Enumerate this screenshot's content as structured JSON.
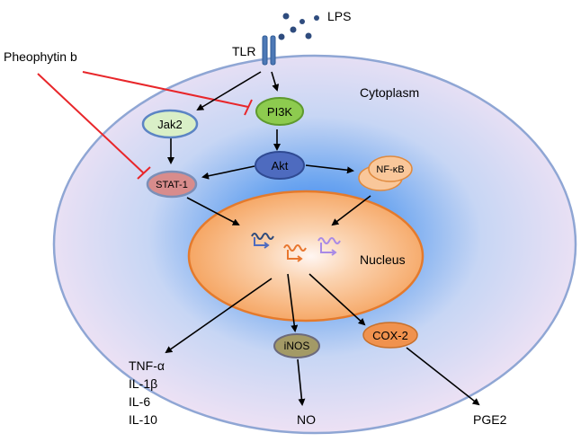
{
  "labels": {
    "lps": "LPS",
    "tlr": "TLR",
    "inhibitor": "Pheophytin b",
    "cytoplasm": "Cytoplasm",
    "nucleus": "Nucleus"
  },
  "nodes": {
    "jak2": "Jak2",
    "pi3k": "PI3K",
    "akt": "Akt",
    "stat1": "STAT-1",
    "nfkb": "NF-κB",
    "inos": "iNOS",
    "cox2": "COX-2"
  },
  "outputs": {
    "cytokines": [
      "TNF-α",
      "IL-1β",
      "IL-6",
      "IL-10"
    ],
    "no": "NO",
    "pge2": "PGE2"
  },
  "colors": {
    "cell_edge": "#8FA6D4",
    "cell_outer": "#F3E3F4",
    "cell_inner": "#2E7BEF",
    "nucleus_edge": "#E47A2C",
    "nucleus_fill": "#F5A25D",
    "inhibit_line": "#E8262A",
    "tlr_bar": "#4D79B6",
    "lps_dot": "#2F4C7E",
    "jak2_fill": "#D9EFC7",
    "jak2_edge": "#5B84C4",
    "pi3k_fill": "#8DCB4F",
    "pi3k_edge": "#5E9A2E",
    "akt_fill": "#4E6BBF",
    "akt_edge": "#2F4A92",
    "stat1_fill": "#D88C8C",
    "stat1_edge": "#7B8FB8",
    "nfkb_fill": "#F9C79A",
    "nfkb_edge": "#E08A3E",
    "inos_fill": "#A39A66",
    "inos_edge": "#6C6A7C",
    "cox2_fill": "#F0924E",
    "cox2_edge": "#C7702B",
    "gene_dark": "#2E4A7A",
    "gene_orange": "#E8762E",
    "gene_purple": "#A98AE6"
  }
}
